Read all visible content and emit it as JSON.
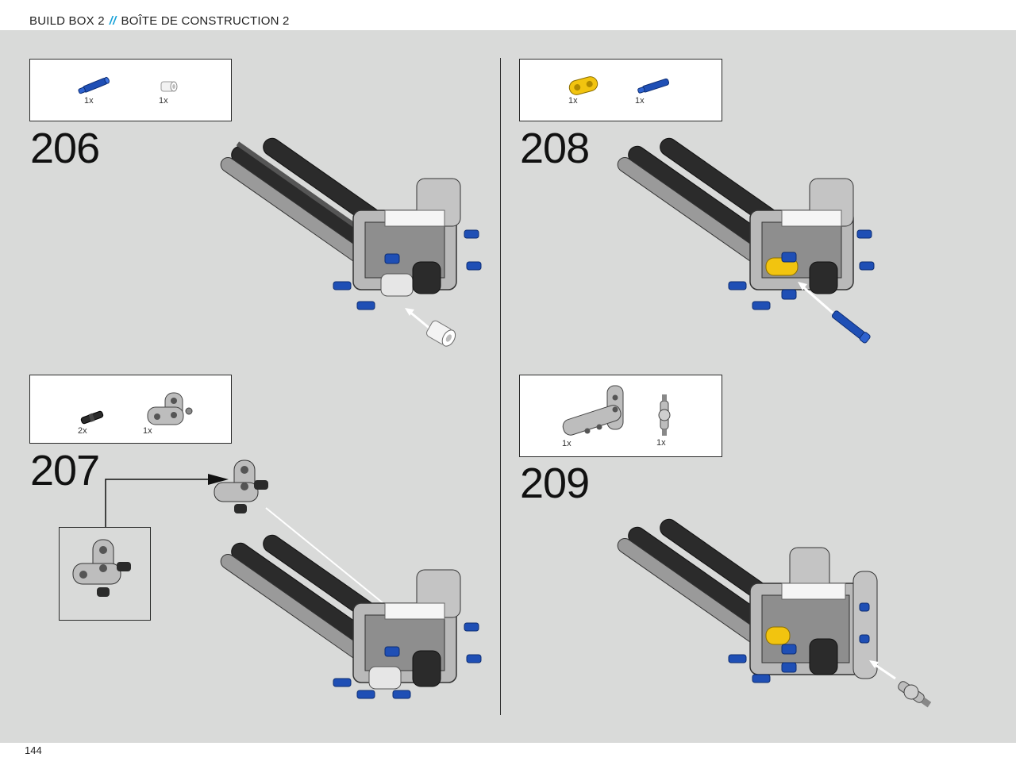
{
  "header": {
    "title_en": "BUILD BOX 2",
    "separator": "//",
    "title_fr": "BOÎTE DE CONSTRUCTION 2"
  },
  "page_number": "144",
  "steps": [
    {
      "number": "206",
      "parts": [
        {
          "name": "blue-pin-icon",
          "qty": "1x"
        },
        {
          "name": "white-bush-icon",
          "qty": "1x"
        }
      ]
    },
    {
      "number": "207",
      "parts": [
        {
          "name": "black-pin-icon",
          "qty": "2x"
        },
        {
          "name": "grey-beam-icon",
          "qty": "1x"
        }
      ]
    },
    {
      "number": "208",
      "parts": [
        {
          "name": "yellow-beam-icon",
          "qty": "1x"
        },
        {
          "name": "blue-pin-icon",
          "qty": "1x"
        }
      ]
    },
    {
      "number": "209",
      "parts": [
        {
          "name": "grey-angle-beam-icon",
          "qty": "1x"
        },
        {
          "name": "grey-connector-icon",
          "qty": "1x"
        }
      ]
    }
  ],
  "colors": {
    "background": "#d9dad9",
    "accent": "#1aa3d9",
    "blue_part": "#1f4fb5",
    "yellow_part": "#f2c40f"
  }
}
